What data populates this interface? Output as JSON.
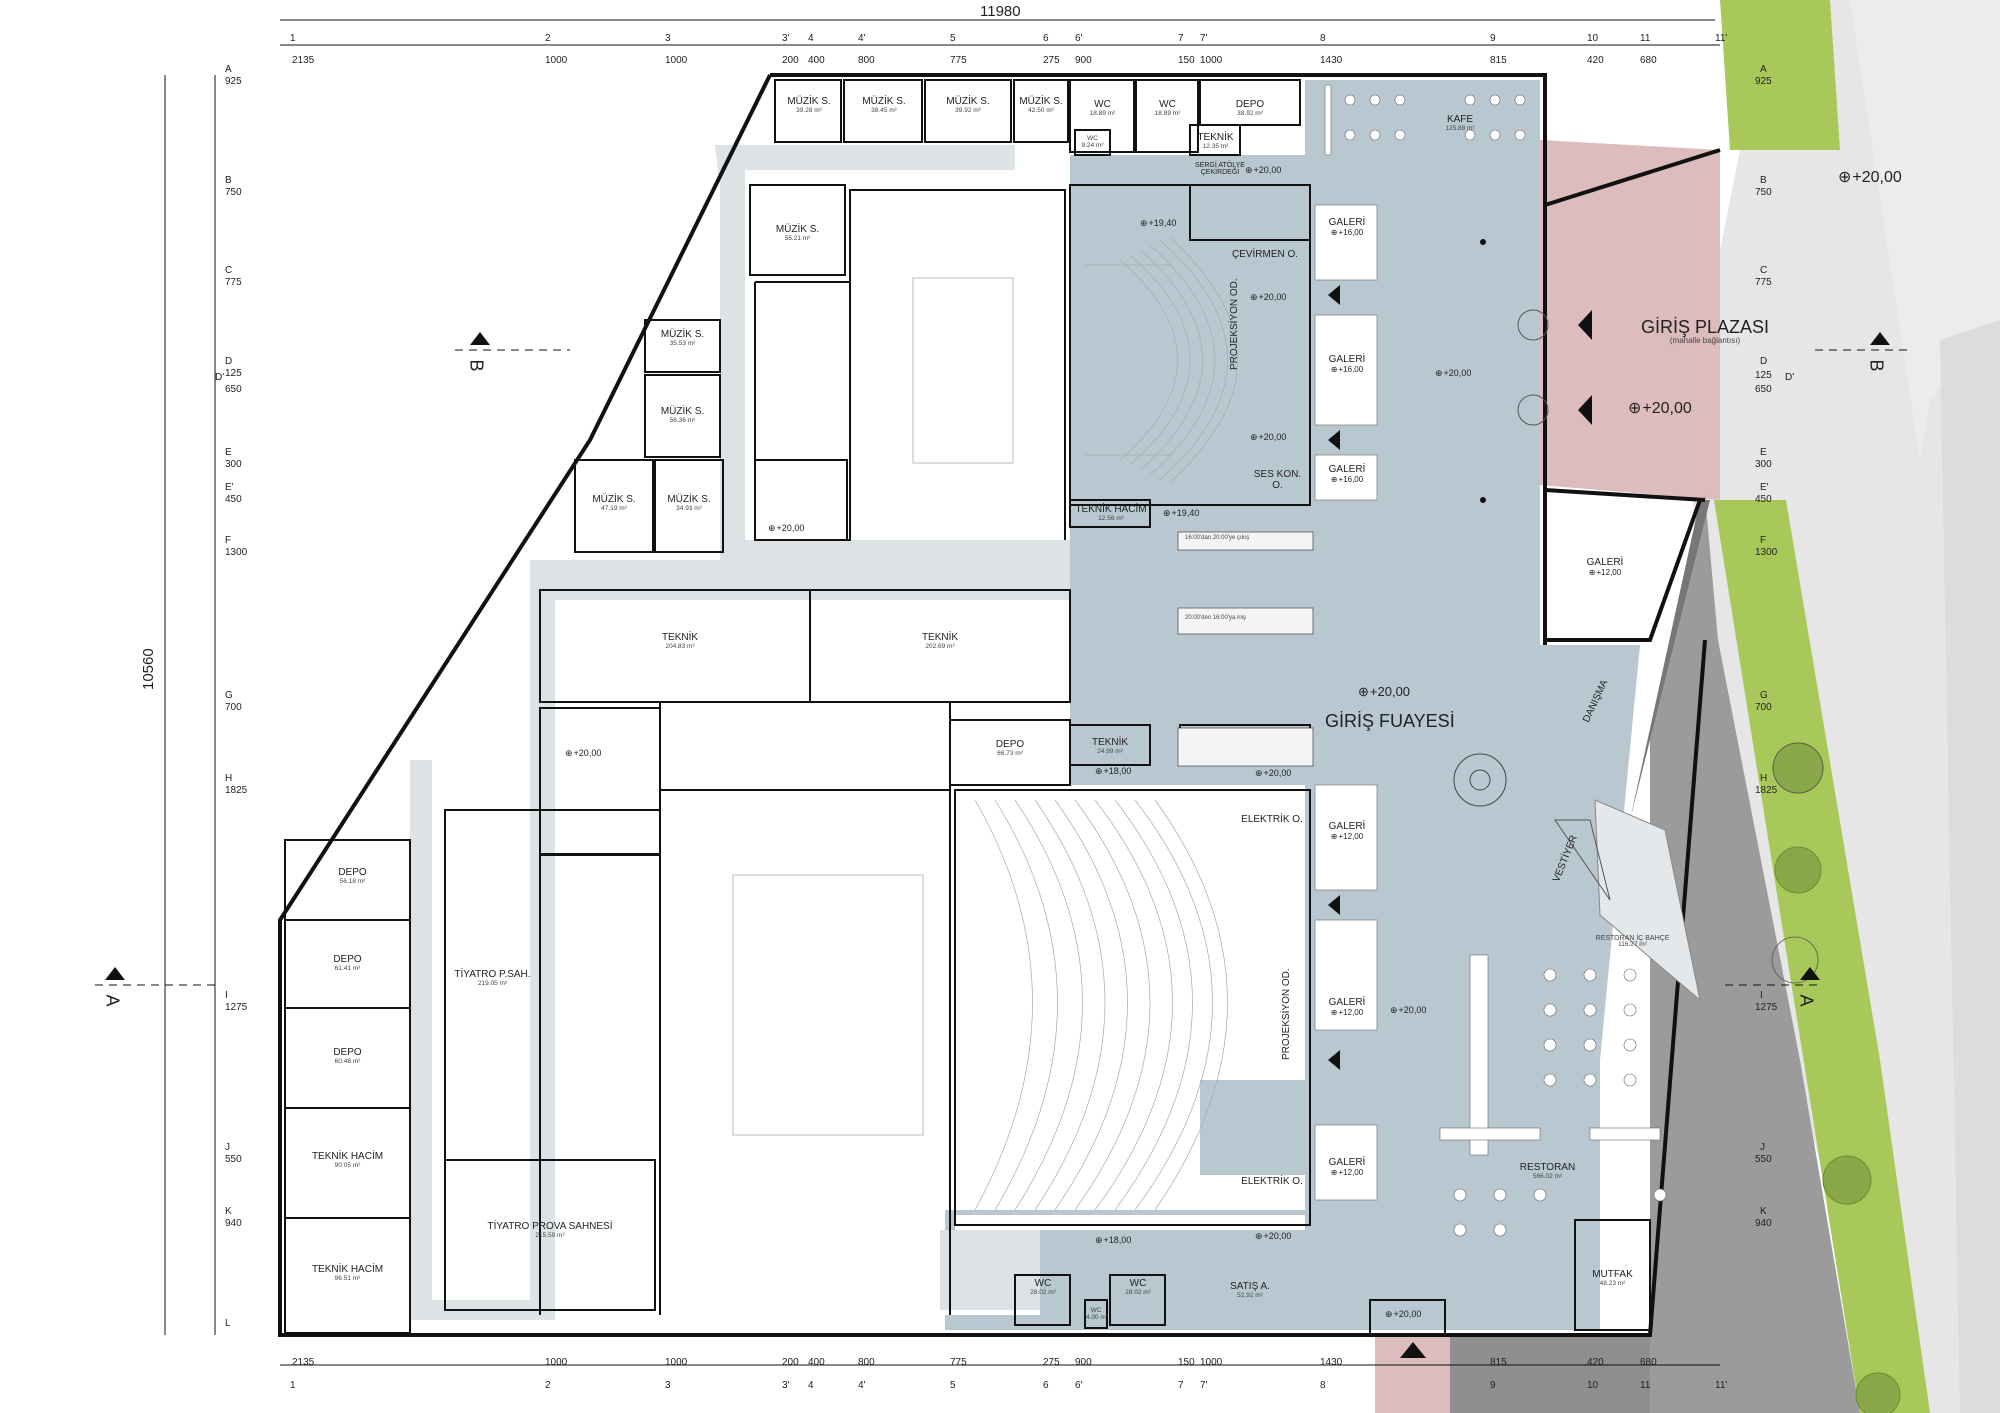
{
  "dims": {
    "total_width": "11980",
    "total_height": "10560",
    "top_segments": [
      "2135",
      "1000",
      "1000",
      "200",
      "400",
      "800",
      "775",
      "275",
      "900",
      "150",
      "1000",
      "1430",
      "815",
      "420",
      "680"
    ],
    "bottom_segments": [
      "2135",
      "1000",
      "1000",
      "200",
      "400",
      "800",
      "775",
      "275",
      "900",
      "150",
      "1000",
      "1430",
      "815",
      "420",
      "680"
    ],
    "vgrid": [
      "1",
      "2",
      "3",
      "3'",
      "4",
      "4'",
      "5",
      "6",
      "6'",
      "7",
      "7'",
      "8",
      "9",
      "10",
      "11",
      "11'"
    ]
  },
  "hgrid": [
    {
      "label": "A",
      "value": "925"
    },
    {
      "label": "B",
      "value": "750"
    },
    {
      "label": "C",
      "value": "775"
    },
    {
      "label": "D",
      "value": "125"
    },
    {
      "label": "D'",
      "value": "650"
    },
    {
      "label": "E",
      "value": "300"
    },
    {
      "label": "E'",
      "value": "450"
    },
    {
      "label": "F",
      "value": "1300"
    },
    {
      "label": "G",
      "value": "700"
    },
    {
      "label": "H",
      "value": "1825"
    },
    {
      "label": "I",
      "value": "1275"
    },
    {
      "label": "J",
      "value": "550"
    },
    {
      "label": "K",
      "value": "940"
    },
    {
      "label": "L",
      "value": ""
    }
  ],
  "sections": {
    "a": "A",
    "b": "B"
  },
  "rooms": {
    "muzik1": {
      "name": "MÜZİK S.",
      "area": "39.28 m²"
    },
    "muzik2": {
      "name": "MÜZİK S.",
      "area": "38.45 m²"
    },
    "muzik3": {
      "name": "MÜZİK S.",
      "area": "39.92 m²"
    },
    "muzik4": {
      "name": "MÜZİK S.",
      "area": "42.50 m²"
    },
    "muzik5": {
      "name": "MÜZİK S.",
      "area": "55.21 m²"
    },
    "muzik6": {
      "name": "MÜZİK S.",
      "area": "35.53 m²"
    },
    "muzik7": {
      "name": "MÜZİK S.",
      "area": "56.36 m²"
    },
    "muzik8": {
      "name": "MÜZİK S.",
      "area": "47.19 m²"
    },
    "muzik9": {
      "name": "MÜZİK S.",
      "area": "34.93 m²"
    },
    "wc1": {
      "name": "WC",
      "area": "18.89 m²"
    },
    "wc2": {
      "name": "WC",
      "area": "18.89 m²"
    },
    "wc3": {
      "name": "WC",
      "area": "9.24 m²"
    },
    "depo1": {
      "name": "DEPO",
      "area": "38.92 m²"
    },
    "teknik1": {
      "name": "TEKNİK",
      "area": "12.35 m²"
    },
    "sergi": {
      "name": "SERGİ ATÖLYE ÇEKİRDEĞİ"
    },
    "kafe": {
      "name": "KAFE",
      "area": "125.88 m²"
    },
    "galeri1": {
      "name": "GALERİ",
      "level": "+16,00"
    },
    "galeri2": {
      "name": "GALERİ",
      "level": "+16,00"
    },
    "galeri3": {
      "name": "GALERİ",
      "level": "+16,00"
    },
    "cevirmen": {
      "name": "ÇEVİRMEN O."
    },
    "projeksiyon1": {
      "name": "PROJEKSİYON OD."
    },
    "seskon": {
      "name": "SES KON. O."
    },
    "teknikhacim1": {
      "name": "TEKNİK HACİM",
      "area": "12.56 m²"
    },
    "giris_plazasi": {
      "name": "GİRİŞ PLAZASI",
      "sub": "(mahalle bağlantısı)"
    },
    "galeri_out": {
      "name": "GALERİ",
      "level": "+12,00"
    },
    "teknik2": {
      "name": "TEKNİK",
      "area": "204.83 m²"
    },
    "teknik3": {
      "name": "TEKNİK",
      "area": "202.69 m²"
    },
    "depo2": {
      "name": "DEPO",
      "area": "66.73 m²"
    },
    "teknik4": {
      "name": "TEKNİK",
      "area": "24.99 m²"
    },
    "giris_fuayesi": {
      "name": "GİRİŞ FUAYESİ"
    },
    "danisma": {
      "name": "DANIŞMA"
    },
    "vestiyer": {
      "name": "VESTİYER"
    },
    "galeri4": {
      "name": "GALERİ",
      "level": "+12,00"
    },
    "galeri5": {
      "name": "GALERİ",
      "level": "+12,00"
    },
    "galeri6": {
      "name": "GALERİ",
      "level": "+12,00"
    },
    "elektrik1": {
      "name": "ELEKTRİK O."
    },
    "elektrik2": {
      "name": "ELEKTRİK O."
    },
    "projeksiyon2": {
      "name": "PROJEKSİYON OD."
    },
    "restoran_bahce": {
      "name": "RESTORAN İÇ BAHÇE",
      "area": "116.27 m²"
    },
    "restoran": {
      "name": "RESTORAN",
      "area": "566.02 m²"
    },
    "mutfak": {
      "name": "MUTFAK",
      "area": "48.23 m²"
    },
    "depo3": {
      "name": "DEPO",
      "area": "56.18 m²"
    },
    "depo4": {
      "name": "DEPO",
      "area": "61.41 m²"
    },
    "depo5": {
      "name": "DEPO",
      "area": "60.48 m²"
    },
    "teknikhacim2": {
      "name": "TEKNİK HACİM",
      "area": "90.05 m²"
    },
    "teknikhacim3": {
      "name": "TEKNİK HACİM",
      "area": "96.51 m²"
    },
    "tiyatro_psah": {
      "name": "TİYATRO P.SAH.",
      "area": "219.05 m²"
    },
    "tiyatro_prova": {
      "name": "TİYATRO PROVA SAHNESİ",
      "area": "215.59 m²"
    },
    "wc4": {
      "name": "WC",
      "area": "28.02 m²"
    },
    "wc5": {
      "name": "WC",
      "area": "28.02 m²"
    },
    "wc6": {
      "name": "WC",
      "area": "4.00 m²"
    },
    "satis": {
      "name": "SATIŞ A.",
      "area": "52.92 m²"
    }
  },
  "levels": {
    "plaza1": "+20,00",
    "plaza2": "+20,00",
    "foyer_big": "+20,00",
    "foyer1": "+20,00",
    "foyer2": "+20,00",
    "sergi": "+20,00",
    "stair1": "+20,00",
    "stair2": "+20,00",
    "stair3": "+20,00",
    "stair_mid": "+20,00",
    "stair_bot": "+20,00",
    "exit": "+20,00",
    "l1940a": "+19,40",
    "l1940b": "+19,40",
    "l1800a": "+18,00",
    "l1800b": "+18,00",
    "cev": "+20,00"
  },
  "notes": {
    "esc1": "16:00'dan 20:00'ye çıkış",
    "esc2": "20:00'den 16:00'ya iniş"
  },
  "colors": {
    "foyer": "#b9c7d0",
    "plaza": "#dcbcbc",
    "green": "#a8c95a",
    "asphalt": "#9b9b9b",
    "corridor": "#dde2e5",
    "wall": "#111111"
  }
}
